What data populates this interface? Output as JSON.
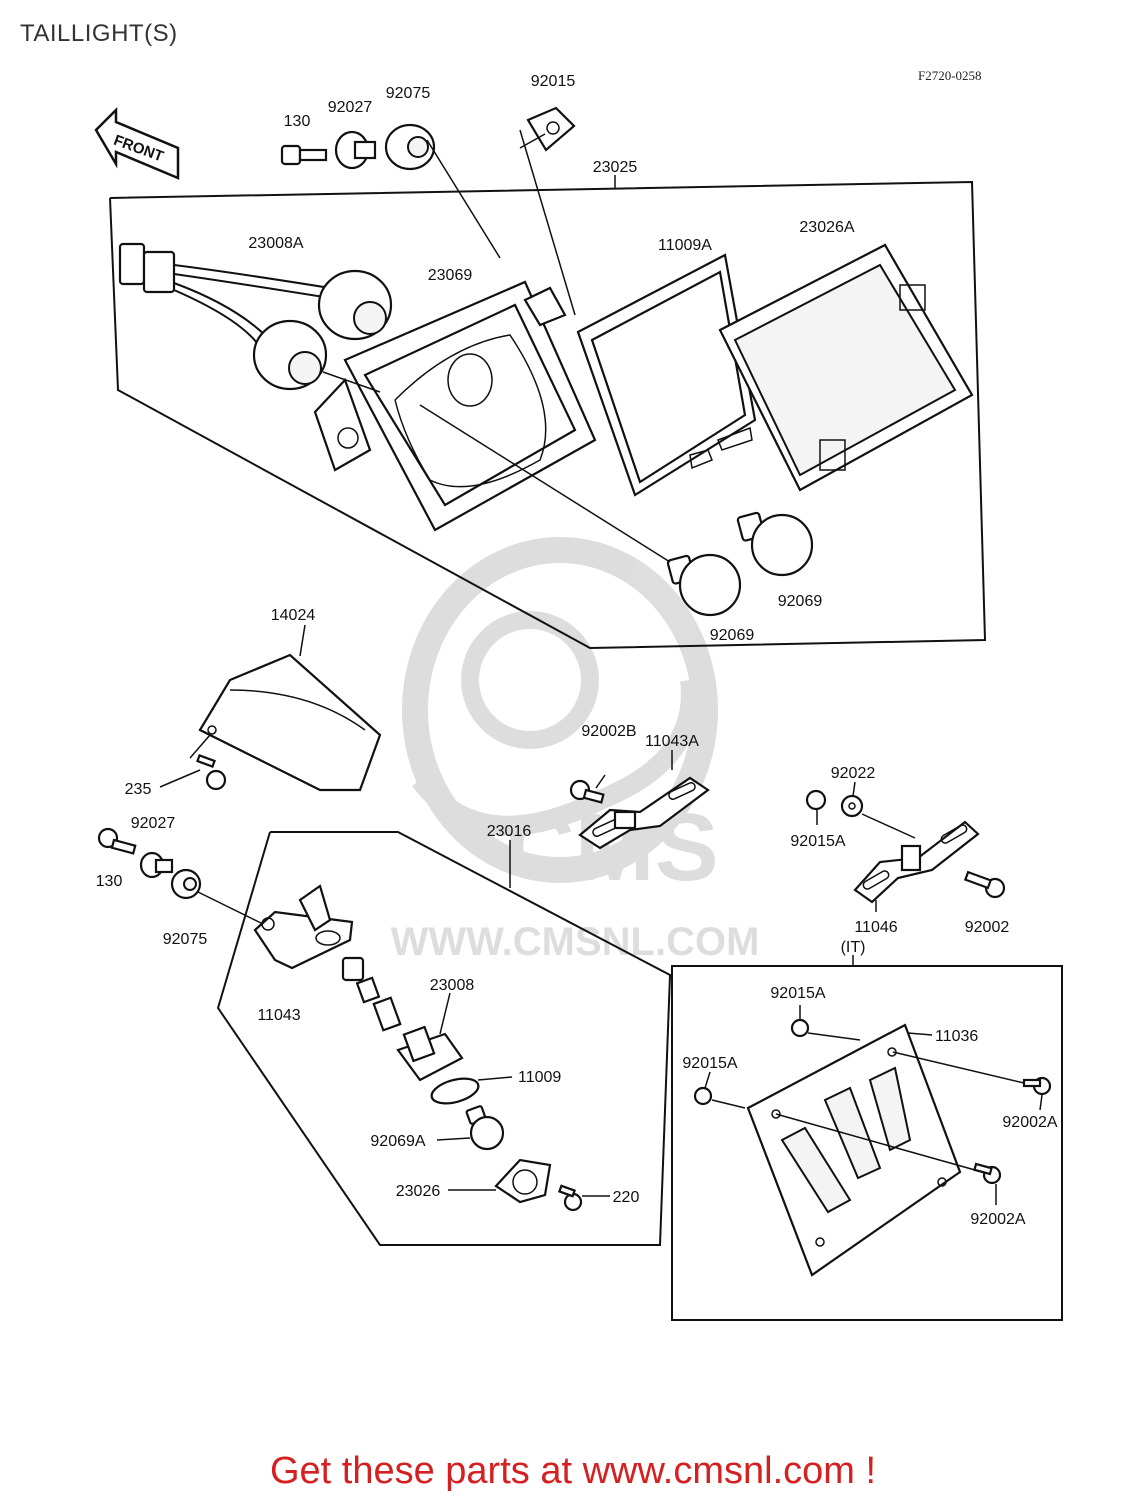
{
  "page": {
    "title": "TAILLIGHT(S)"
  },
  "drawing": {
    "code": "F2720-0258",
    "direction": "FRONT",
    "watermark_text": "WWW.CMSNL.COM",
    "logo_text": "CMS"
  },
  "parts": {
    "p130a": "130",
    "p92027a": "92027",
    "p92075a": "92075",
    "p92015": "92015",
    "p23025": "23025",
    "p23008A": "23008A",
    "p23069": "23069",
    "p11009A": "11009A",
    "p23026A": "23026A",
    "p92069a": "92069",
    "p92069b": "92069",
    "p14024": "14024",
    "p235": "235",
    "p92002B": "92002B",
    "p11043A": "11043A",
    "p92022": "92022",
    "p92015Aa": "92015A",
    "p11046": "11046",
    "p92002": "92002",
    "p92027b": "92027",
    "p130b": "130",
    "p92075b": "92075",
    "p23016": "23016",
    "p11043": "11043",
    "p23008": "23008",
    "p11009": "11009",
    "p92069A": "92069A",
    "p23026": "23026",
    "p220": "220",
    "pIT": "(IT)",
    "p92015Ab": "92015A",
    "p11036": "11036",
    "p92015Ac": "92015A",
    "p92002Aa": "92002A",
    "p92002Ab": "92002A"
  },
  "footer": {
    "text": "Get these parts at www.cmsnl.com !",
    "color": "#d42020"
  }
}
